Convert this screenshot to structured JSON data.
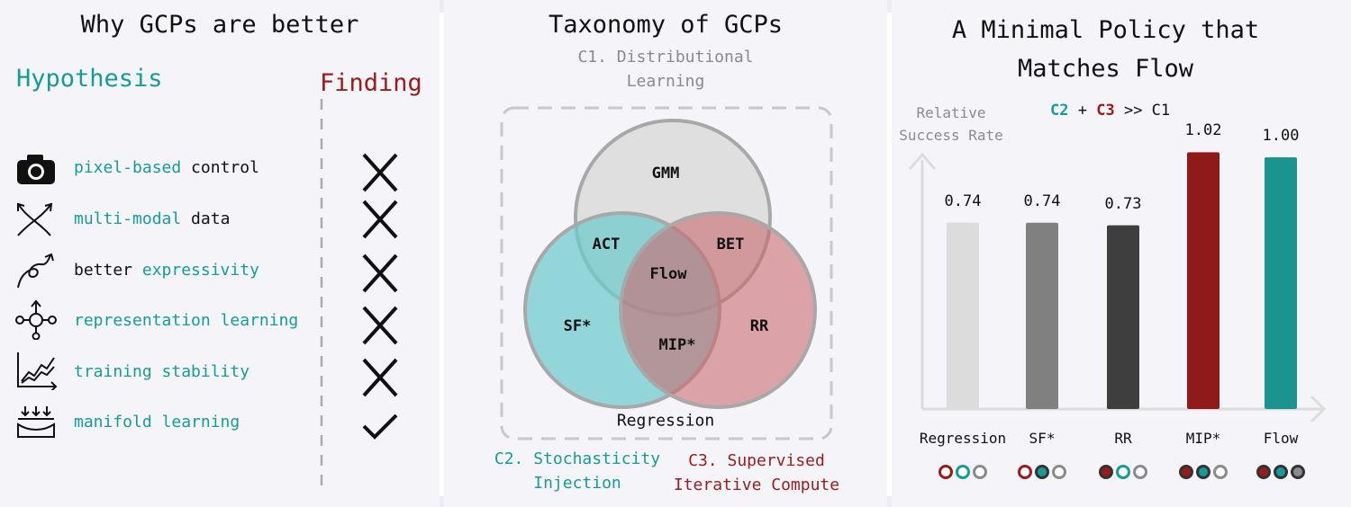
{
  "left_panel": {
    "title": "Why GCPs are better",
    "hypothesis_header": "Hypothesis",
    "finding_header": "Finding",
    "rows": [
      {
        "icon": "camera-icon",
        "parts": [
          {
            "text": "pixel-based",
            "color": "teal"
          },
          {
            "text": " control",
            "color": "black"
          }
        ],
        "finding": "cross"
      },
      {
        "icon": "crossing-arrows-icon",
        "parts": [
          {
            "text": "multi-modal",
            "color": "teal"
          },
          {
            "text": " data",
            "color": "black"
          }
        ],
        "finding": "cross"
      },
      {
        "icon": "squiggle-arrow-icon",
        "parts": [
          {
            "text": "better ",
            "color": "black"
          },
          {
            "text": "expressivity",
            "color": "teal"
          }
        ],
        "finding": "cross"
      },
      {
        "icon": "network-icon",
        "parts": [
          {
            "text": "representation learning",
            "color": "teal"
          }
        ],
        "finding": "cross"
      },
      {
        "icon": "line-chart-icon",
        "parts": [
          {
            "text": "training stability",
            "color": "teal"
          }
        ],
        "finding": "cross"
      },
      {
        "icon": "manifold-icon",
        "parts": [
          {
            "text": "manifold learning",
            "color": "teal"
          }
        ],
        "finding": "check"
      }
    ]
  },
  "middle_panel": {
    "title": "Taxonomy of GCPs",
    "c1_line1": "C1. Distributional",
    "c1_line2": "Learning",
    "venn": {
      "gmm": "GMM",
      "act": "ACT",
      "bet": "BET",
      "flow": "Flow",
      "sf": "SF*",
      "mip": "MIP*",
      "rr": "RR",
      "regression": "Regression"
    },
    "c2_line1": "C2. Stochasticity",
    "c2_line2": "Injection",
    "c3_line1": "C3. Supervised",
    "c3_line2": "Iterative Compute"
  },
  "right_panel": {
    "title_line1": "A Minimal Policy that",
    "title_line2": "Matches Flow",
    "ylabel_line1": "Relative",
    "ylabel_line2": "Success Rate",
    "legend_c2": "C2",
    "legend_plus": "+",
    "legend_c3": "C3",
    "legend_rest": ">> C1",
    "colors": {
      "teal": "#169c98",
      "red": "#9b1b1b",
      "gray": "#8b8b8b"
    }
  },
  "chart_data": {
    "type": "bar",
    "categories": [
      "Regression",
      "SF*",
      "RR",
      "MIP*",
      "Flow"
    ],
    "values": [
      0.74,
      0.74,
      0.73,
      1.02,
      1.0
    ],
    "value_labels": [
      "0.74",
      "0.74",
      "0.73",
      "1.02",
      "1.00"
    ],
    "bar_colors": [
      "#dcdcdc",
      "#808080",
      "#3e3e3e",
      "#8e1a1a",
      "#1b9490"
    ],
    "ylabel": "Relative Success Rate",
    "ylim": [
      0,
      1.15
    ],
    "grid": false,
    "legend": "none",
    "membership_dots": [
      {
        "c3": "outline",
        "c2": "outline",
        "c1": "outline"
      },
      {
        "c3": "outline",
        "c2": "filled",
        "c1": "outline"
      },
      {
        "c3": "filled",
        "c2": "outline",
        "c1": "outline"
      },
      {
        "c3": "filled",
        "c2": "filled",
        "c1": "outline"
      },
      {
        "c3": "filled",
        "c2": "filled",
        "c1": "filled"
      }
    ]
  }
}
